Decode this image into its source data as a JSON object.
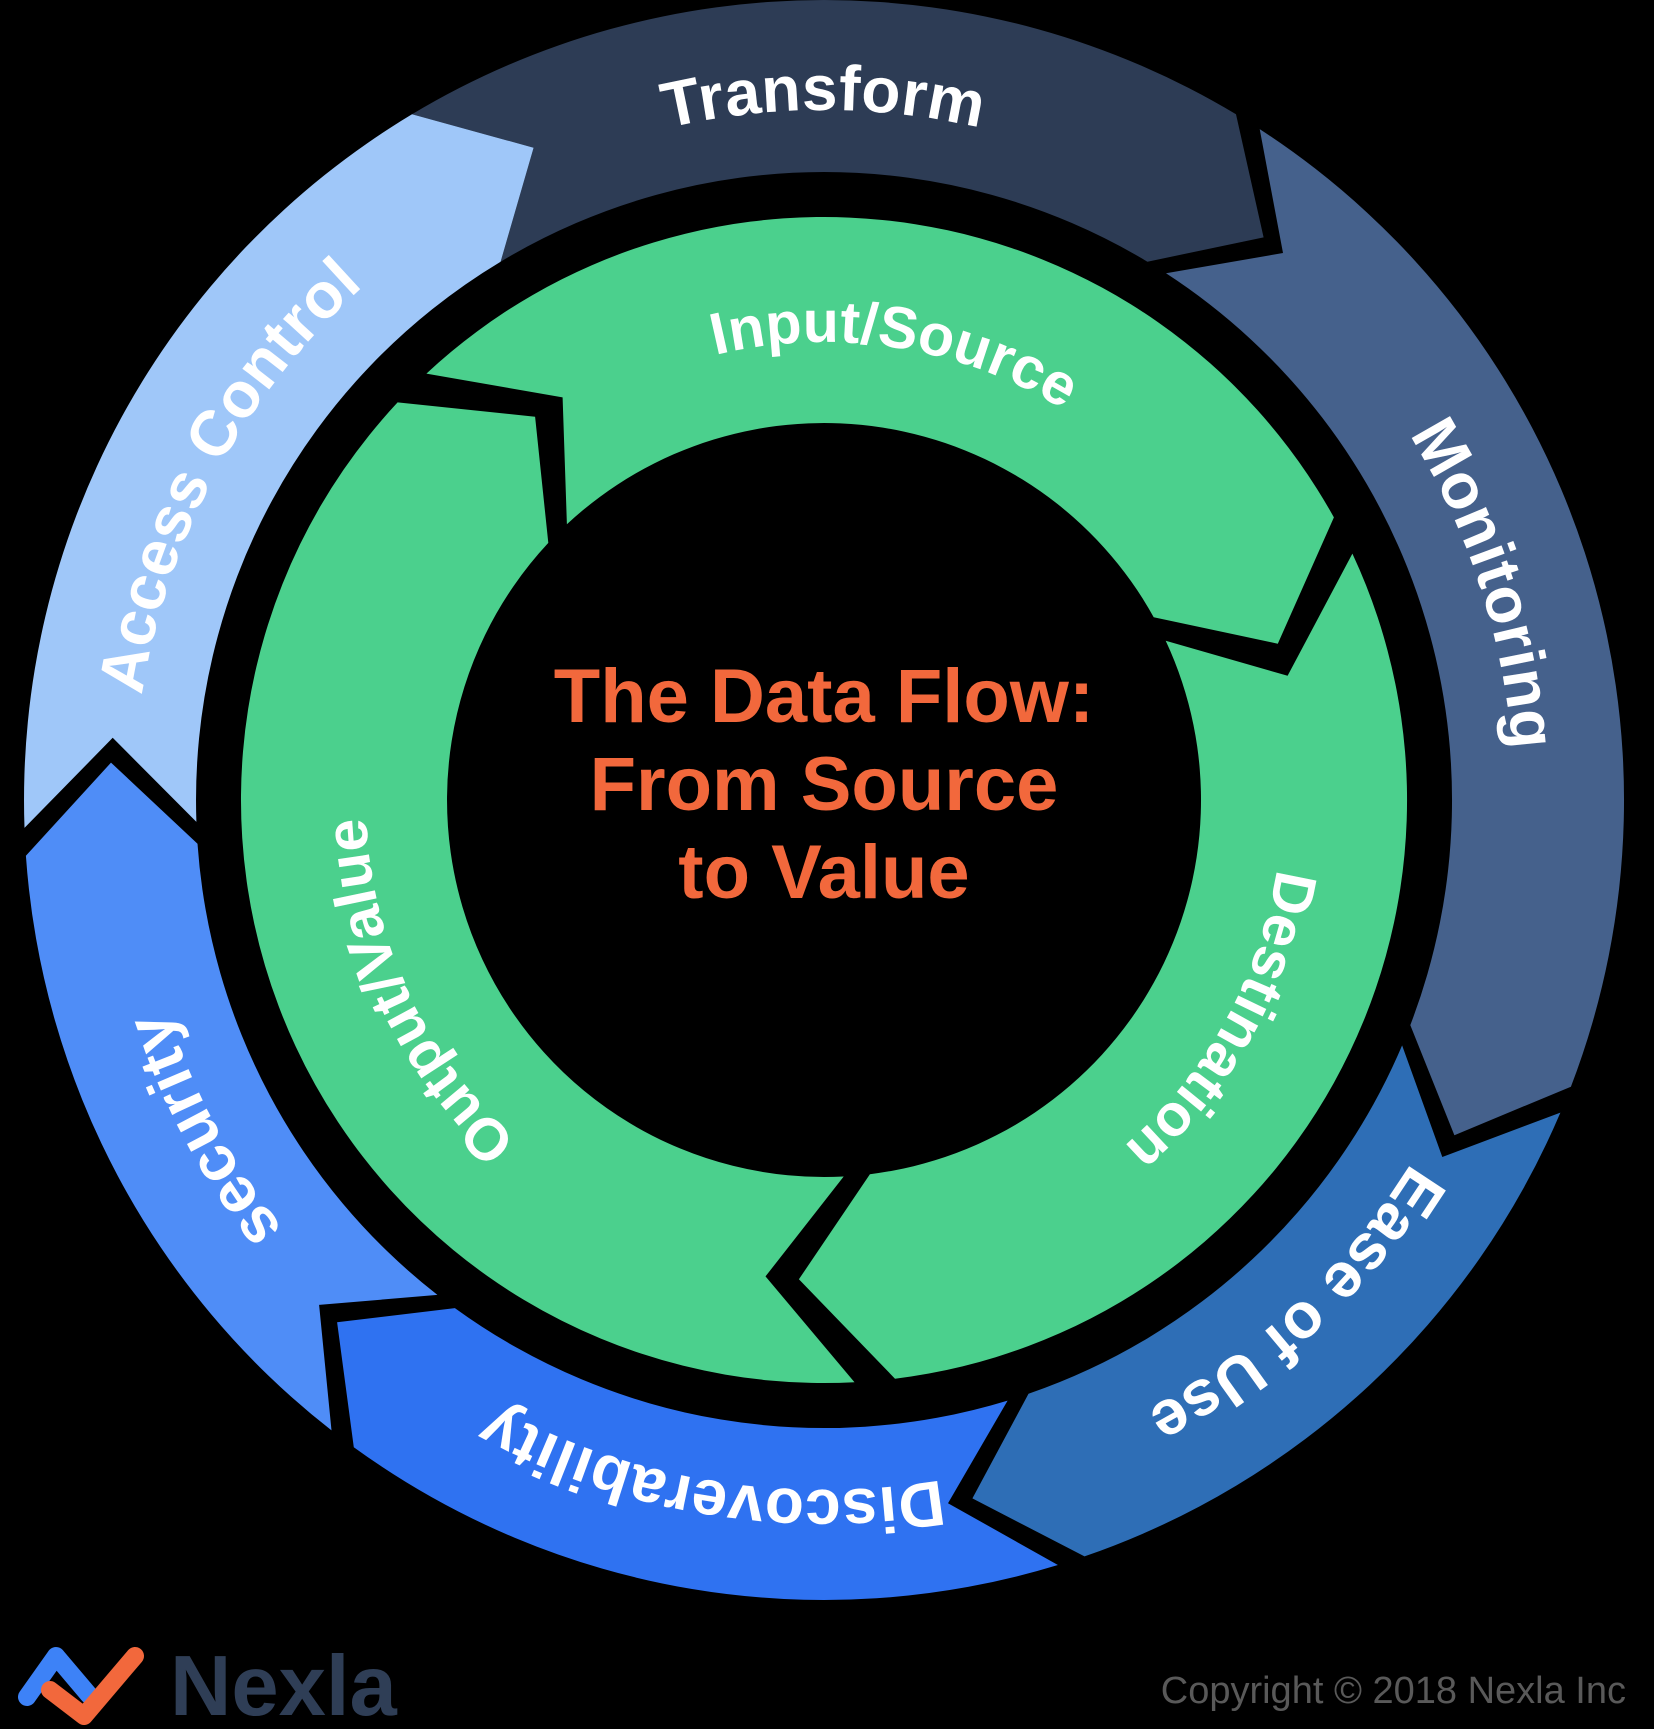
{
  "page": {
    "background": "#000000"
  },
  "center_text": {
    "lines": [
      "The Data Flow:",
      "From Source",
      "to Value"
    ],
    "color": "#f2683c"
  },
  "outer_ring": {
    "label_color": "#ffffff",
    "segments": [
      {
        "label": "Transform",
        "color": "#2d3c55",
        "start": -121,
        "end": -59
      },
      {
        "label": "Monitoring",
        "color": "#45618c",
        "start": -57,
        "end": 21
      },
      {
        "label": "Ease of Use",
        "color": "#2e6eb6",
        "start": 23,
        "end": 71
      },
      {
        "label": "Discoverability",
        "color": "#2f72f1",
        "start": 73,
        "end": 126
      },
      {
        "label": "security",
        "color": "#4f8df7",
        "start": 128,
        "end": 176
      },
      {
        "label": "Access Control",
        "color": "#9fc7f9",
        "start": 178,
        "end": 239
      }
    ]
  },
  "inner_ring": {
    "color": "#4bd08d",
    "label_color": "#ffffff",
    "segments": [
      {
        "label": "Input/Source",
        "start": -133,
        "end": -29
      },
      {
        "label": "Destination",
        "start": -25,
        "end": 83
      },
      {
        "label": "Output/Value",
        "start": 87,
        "end": 223
      }
    ]
  },
  "footer": {
    "brand": "Nexla",
    "brand_color": "#2f3e56",
    "copyright": "Copyright © 2018 Nexla Inc",
    "copyright_color": "#595959",
    "logo_blue": "#3d82f7",
    "logo_orange": "#f2683c"
  }
}
